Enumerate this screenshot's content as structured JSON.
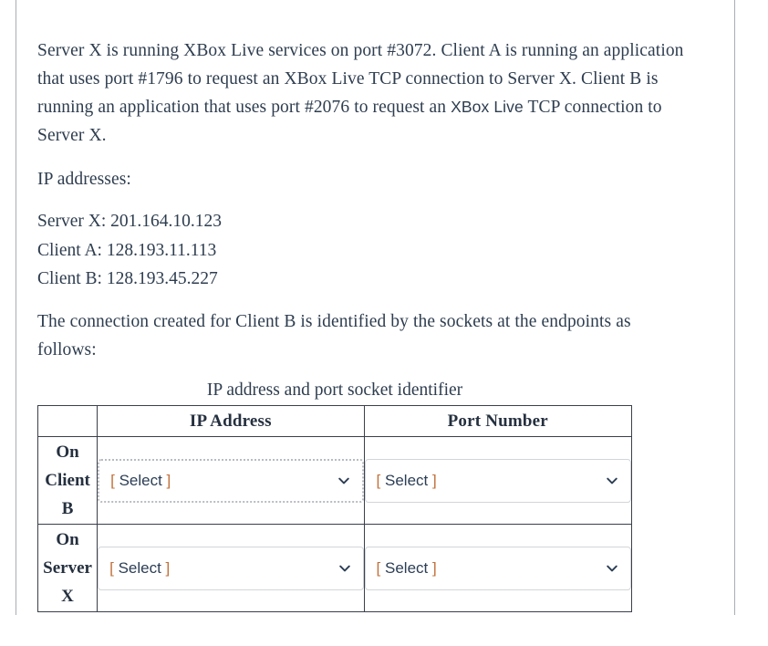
{
  "intro": {
    "segments": [
      {
        "text": "Server X is running XBox Live services on port #3072. Client A is running an application that uses port #1796 to request an XBox Live TCP connection to Server X. Client B is running an application that uses port #2076 to request an ",
        "font": "serif"
      },
      {
        "text": "XBox Live",
        "font": "sans"
      },
      {
        "text": " TCP connection to Server X.",
        "font": "serif"
      }
    ],
    "full_text": "Server X is running XBox Live services on port #3072. Client A is running an application that uses port #1796 to request an XBox Live TCP connection to Server X. Client B is running an application that uses port #2076 to request an XBox Live TCP connection to Server X.",
    "part_a": "Server X is running XBox Live services on port #3072. Client A is running an application that uses port #1796 to request an XBox Live TCP connection to Server X. Client B is running an application that uses port #2076 to request an ",
    "part_b": "XBox Live",
    "part_c": " TCP connection to Server X."
  },
  "ip_section": {
    "label": "IP addresses:",
    "entries": [
      {
        "name": "Server X",
        "address": "201.164.10.123",
        "line": "Server X: 201.164.10.123"
      },
      {
        "name": "Client A",
        "address": "128.193.11.113",
        "line": "Client A: 128.193.11.113"
      },
      {
        "name": "Client B",
        "address": "128.193.45.227",
        "line": "Client B: 128.193.45.227"
      }
    ]
  },
  "sockets_paragraph": "The connection created for Client B is identified by the sockets at the endpoints as follows:",
  "table": {
    "caption": "IP address and port socket identifier",
    "corner_blank": "",
    "columns": [
      "IP Address",
      "Port Number"
    ],
    "rows": [
      {
        "label": "On Client B",
        "cells": [
          {
            "value": "[ Select ]",
            "open_bracket": "[",
            "text": "Select",
            "close_bracket": "]",
            "state": "focused"
          },
          {
            "value": "[ Select ]",
            "open_bracket": "[",
            "text": "Select",
            "close_bracket": "]",
            "state": "default"
          }
        ]
      },
      {
        "label": "On Server X",
        "cells": [
          {
            "value": "[ Select ]",
            "open_bracket": "[",
            "text": "Select",
            "close_bracket": "]",
            "state": "default"
          },
          {
            "value": "[ Select ]",
            "open_bracket": "[",
            "text": "Select",
            "close_bracket": "]",
            "state": "default"
          }
        ]
      }
    ]
  },
  "icons": {
    "chevron": "chevron-down-icon"
  },
  "colors": {
    "text": "#2e3d4f",
    "heading": "#25303f",
    "table_border": "#3a3f4a",
    "page_rule": "#a9adb3",
    "select_text": "#2c3e55",
    "bracket": "#c2703a",
    "select_border_focus": "#b8bcc2",
    "select_border_default": "#d2d5d9"
  }
}
